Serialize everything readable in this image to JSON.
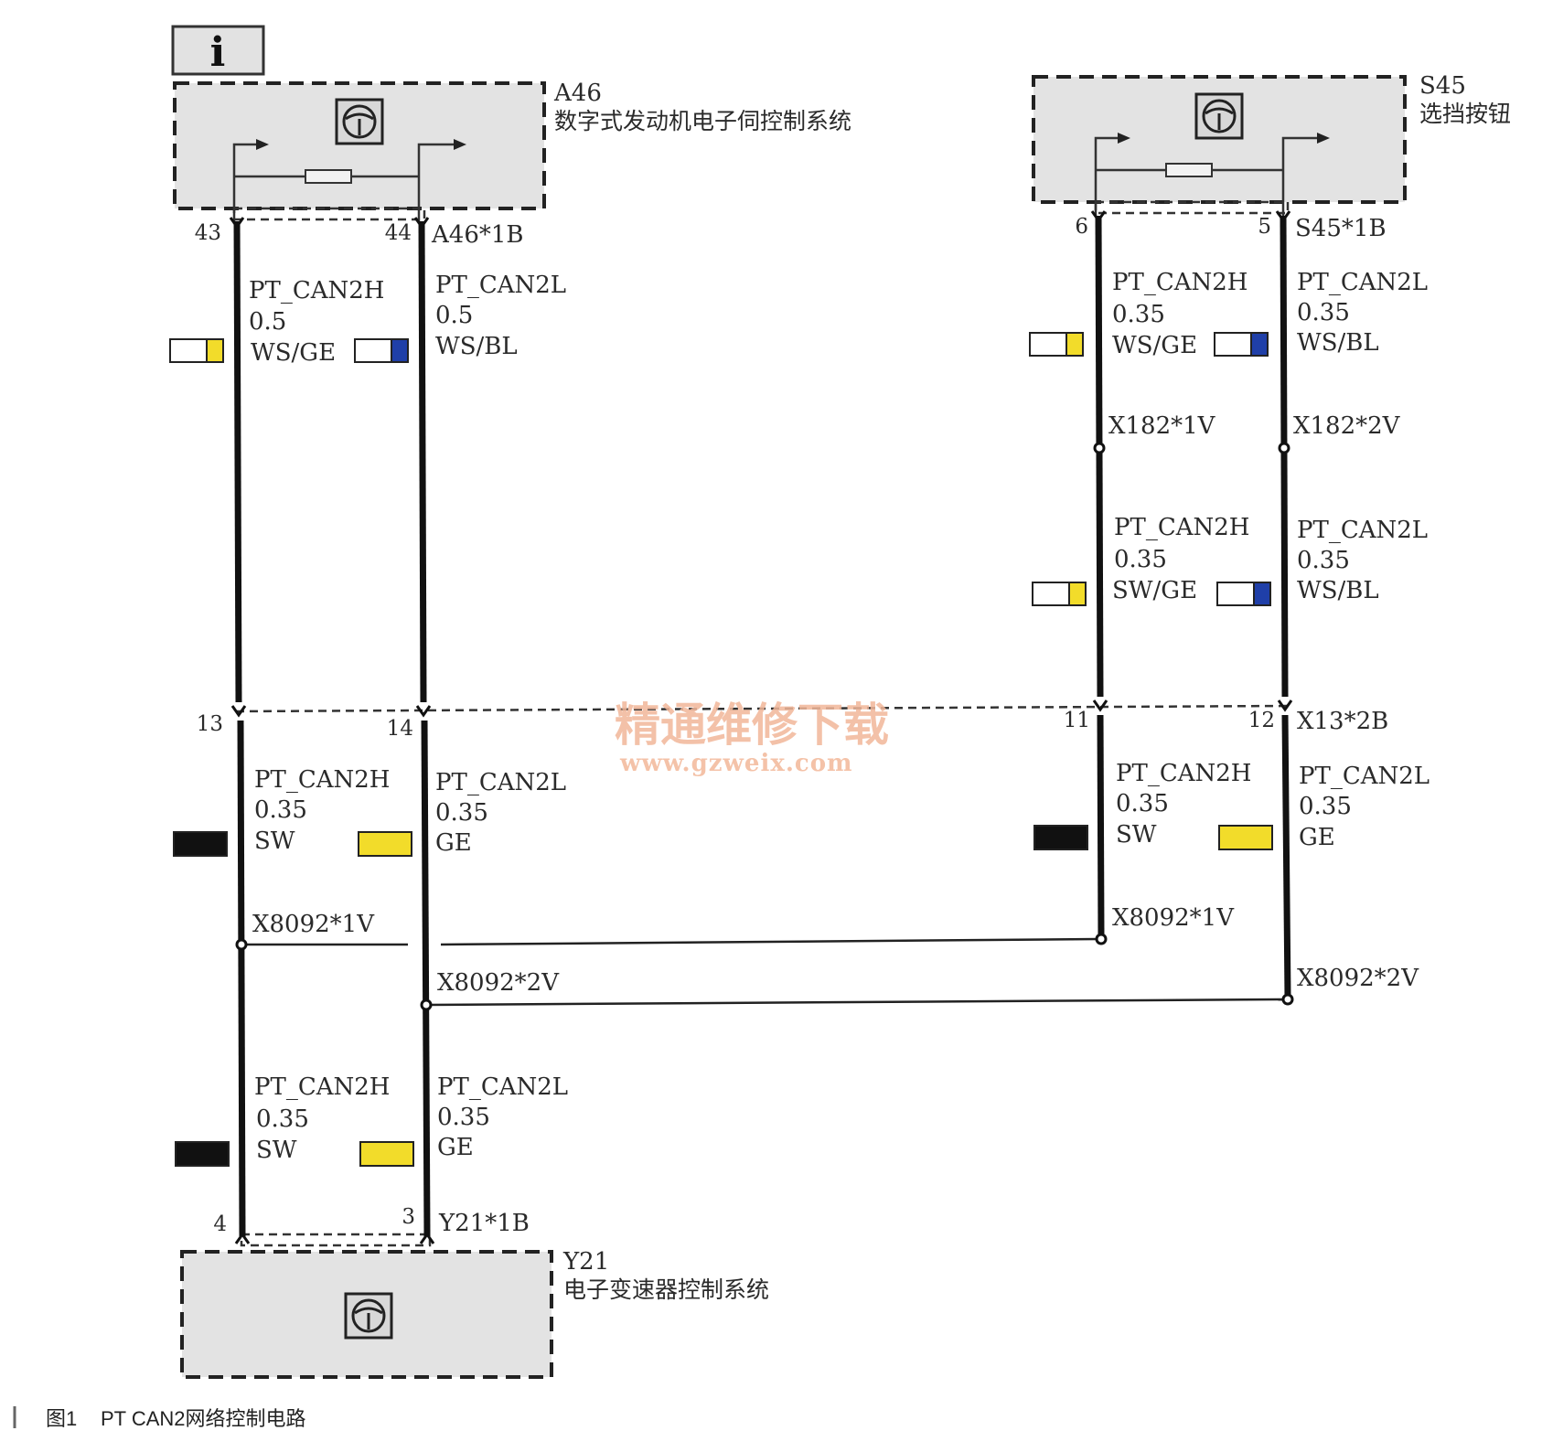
{
  "info_icon": "i",
  "components": {
    "a46": {
      "code": "A46",
      "name": "数字式发动机电子伺控制系统",
      "connector": "A46*1B",
      "pins": [
        "43",
        "44"
      ]
    },
    "s45": {
      "code": "S45",
      "name": "选挡按钮",
      "connector": "S45*1B",
      "pins": [
        "6",
        "5"
      ]
    },
    "y21": {
      "code": "Y21",
      "name": "电子变速器控制系统",
      "connector": "Y21*1B",
      "pins": [
        "4",
        "3"
      ]
    }
  },
  "wires": {
    "a46_h": {
      "signal": "PT_CAN2H",
      "size": "0.5",
      "color": "WS/GE"
    },
    "a46_l": {
      "signal": "PT_CAN2L",
      "size": "0.5",
      "color": "WS/BL"
    },
    "s45_h": {
      "signal": "PT_CAN2H",
      "size": "0.35",
      "color": "WS/GE"
    },
    "s45_l": {
      "signal": "PT_CAN2L",
      "size": "0.35",
      "color": "WS/BL"
    },
    "x182_h": {
      "signal": "PT_CAN2H",
      "size": "0.35",
      "color": "SW/GE"
    },
    "x182_l": {
      "signal": "PT_CAN2L",
      "size": "0.35",
      "color": "WS/BL"
    },
    "mid_left_h": {
      "signal": "PT_CAN2H",
      "size": "0.35",
      "color": "SW"
    },
    "mid_left_l": {
      "signal": "PT_CAN2L",
      "size": "0.35",
      "color": "GE"
    },
    "mid_right_h": {
      "signal": "PT_CAN2H",
      "size": "0.35",
      "color": "SW"
    },
    "mid_right_l": {
      "signal": "PT_CAN2L",
      "size": "0.35",
      "color": "GE"
    },
    "bot_h": {
      "signal": "PT_CAN2H",
      "size": "0.35",
      "color": "SW"
    },
    "bot_l": {
      "signal": "PT_CAN2L",
      "size": "0.35",
      "color": "GE"
    }
  },
  "connectors": {
    "x182_1v": "X182*1V",
    "x182_2v": "X182*2V",
    "x13_2b": "X13*2B",
    "x13_pins": [
      "13",
      "14",
      "11",
      "12"
    ],
    "x8092_1v_left": "X8092*1V",
    "x8092_1v_right": "X8092*1V",
    "x8092_2v_left": "X8092*2V",
    "x8092_2v_right": "X8092*2V"
  },
  "watermark": {
    "title": "精通维修下载",
    "url": "www.gzweix.com"
  },
  "caption": {
    "figure": "图1",
    "title": "PT CAN2网络控制电路"
  },
  "swatch_colors": {
    "white": "#ffffff",
    "yellow": "#f2dc2a",
    "blue": "#1f3fa8",
    "black": "#111111"
  }
}
